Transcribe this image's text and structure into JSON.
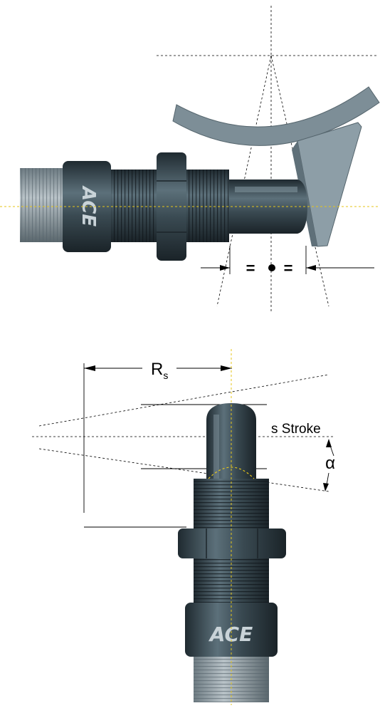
{
  "diagram": {
    "top": {
      "brand_text": "ACE",
      "equal_left": "=",
      "equal_right": "="
    },
    "bottom": {
      "brand_text": "ACE",
      "radius_label": "R",
      "radius_subscript": "s",
      "stroke_label": "s Stroke",
      "angle_label": "α"
    },
    "colors": {
      "body_dark": "#34444c",
      "body_mid": "#556a74",
      "thread_light": "#9aa7ad",
      "arm": "#7d8e97",
      "centerline": "#e6c619"
    }
  }
}
